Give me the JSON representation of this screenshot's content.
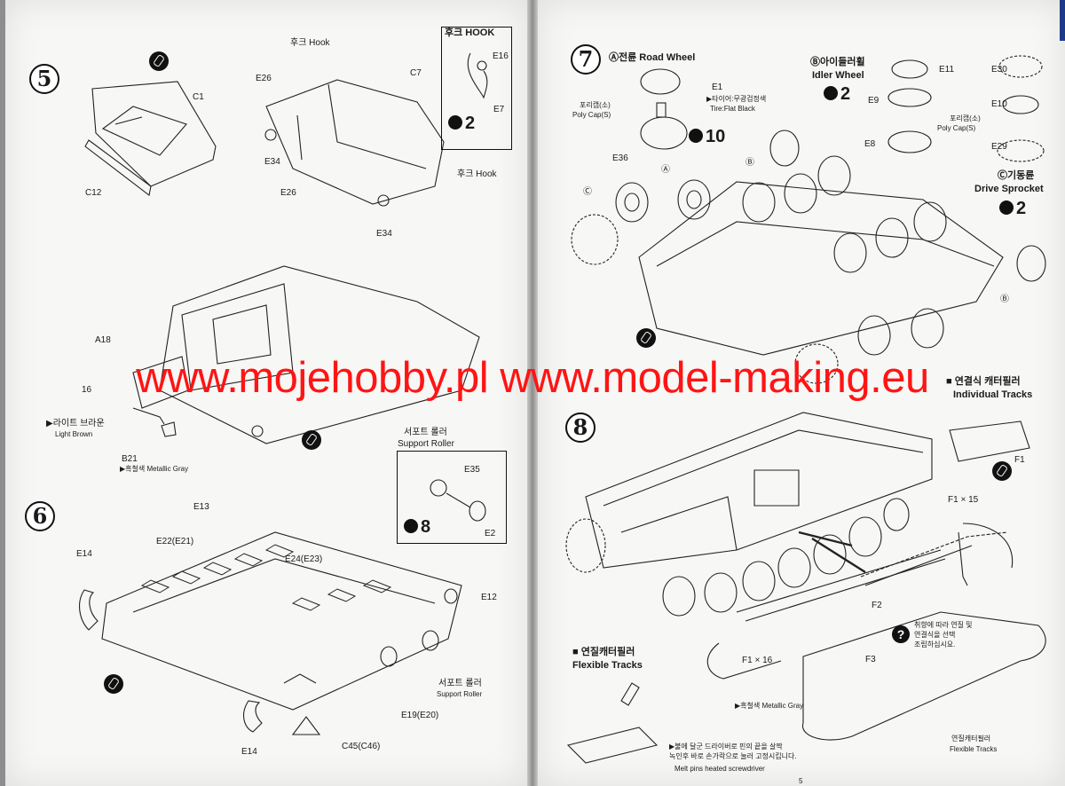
{
  "watermark": "www.mojehobby.pl www.model-making.eu",
  "page_number": "5",
  "steps": {
    "s5": "5",
    "s6": "6",
    "s7": "7",
    "s8": "8"
  },
  "step5": {
    "labels": {
      "c1": "C1",
      "c12": "C12",
      "c7": "C7",
      "e26a": "E26",
      "e26b": "E26",
      "e34a": "E34",
      "e34b": "E34",
      "hook_top": "후크 Hook",
      "hook_right": "후크 Hook",
      "a18": "A18",
      "b21": "B21",
      "a_16": "16"
    },
    "paint_brown": "▶라이트 브라운",
    "paint_brown_en": "Light Brown",
    "paint_gray": "▶흑철색 Metallic Gray",
    "hook_box_title": "후크 HOOK",
    "hook_box_e16": "E16",
    "hook_box_e7": "E7",
    "hook_box_qty": "2"
  },
  "support_box": {
    "title_ko": "서포트 롤러",
    "title_en": "Support Roller",
    "e35": "E35",
    "e2": "E2",
    "qty": "8"
  },
  "step6": {
    "e13": "E13",
    "e14a": "E14",
    "e14b": "E14",
    "e22": "E22(E21)",
    "e24": "E24(E23)",
    "e12": "E12",
    "e19": "E19(E20)",
    "c45": "C45(C46)",
    "support_ko": "서포트 롤러",
    "support_en": "Support Roller"
  },
  "step7": {
    "road_wheel": "Ⓐ전륜  Road Wheel",
    "e1": "E1",
    "tire_ko": "▶타이어:무광검정색",
    "tire_en": "Tire:Flat Black",
    "polycap_ko": "포리캡(소)",
    "polycap_en": "Poly Cap(S)",
    "e36": "E36",
    "road_qty": "10",
    "idler_ko": "Ⓑ아이들러휠",
    "idler_en": "Idler Wheel",
    "idler_qty": "2",
    "e11": "E11",
    "e9": "E9",
    "e8": "E8",
    "polycap2_ko": "포리캡(소)",
    "polycap2_en": "Poly Cap(S)",
    "e30": "E30",
    "e10": "E10",
    "e29": "E29",
    "sprocket_ko": "Ⓒ기동륜",
    "sprocket_en": "Drive Sprocket",
    "sprocket_qty": "2",
    "mark_a": "Ⓐ",
    "mark_b1": "Ⓑ",
    "mark_b2": "Ⓑ",
    "mark_c": "Ⓒ"
  },
  "step8": {
    "individual_ko": "■ 연결식 캐터필러",
    "individual_en": "Individual Tracks",
    "f1": "F1",
    "f1x15": "F1 × 15",
    "f1x16": "F1 × 16",
    "f2": "F2",
    "f3": "F3",
    "choice_ko_1": "취향에 따라 연질 및",
    "choice_ko_2": "연결식을 선택",
    "choice_ko_3": "조립하십시요.",
    "flexible_ko": "■ 연질캐터필러",
    "flexible_en": "Flexible Tracks",
    "metallic": "▶흑철색 Metallic Gray",
    "flex2_ko": "연질캐터필러",
    "flex2_en": "Flexible Tracks",
    "melt_ko_1": "▶불에 달군 드라이버로 핀의 끝을 살짝",
    "melt_ko_2": "녹인후 바로 손가락으로 눌러 고정시킵니다.",
    "melt_en": "Melt pins heated screwdriver"
  }
}
